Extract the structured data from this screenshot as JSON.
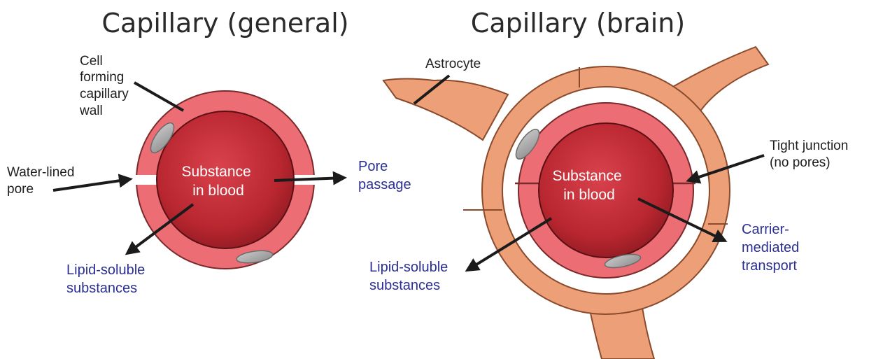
{
  "left_panel": {
    "title": "Capillary (general)",
    "wall_label": [
      "Cell",
      "forming",
      "capillary",
      "wall"
    ],
    "pore_label": [
      "Water-lined",
      "pore"
    ],
    "center_label": [
      "Substance",
      "in blood"
    ],
    "pore_passage_label": [
      "Pore",
      "passage"
    ],
    "lipid_label": [
      "Lipid-soluble",
      "substances"
    ]
  },
  "right_panel": {
    "title": "Capillary (brain)",
    "astrocyte_label": "Astrocyte",
    "tight_junction_label": [
      "Tight junction",
      "(no pores)"
    ],
    "center_label": [
      "Substance",
      "in blood"
    ],
    "carrier_label": [
      "Carrier-",
      "mediated",
      "transport"
    ],
    "lipid_label": [
      "Lipid-soluble",
      "substances"
    ]
  },
  "colors": {
    "wall_pink": "#ec6e74",
    "wall_stroke": "#7a2a2c",
    "blood_core": "#c62f3a",
    "blood_edge": "#8e1a22",
    "astrocyte": "#eda078",
    "astrocyte_stroke": "#8a4a2c",
    "blue_text": "#2b2f93",
    "arrow": "#1b1b1b"
  }
}
